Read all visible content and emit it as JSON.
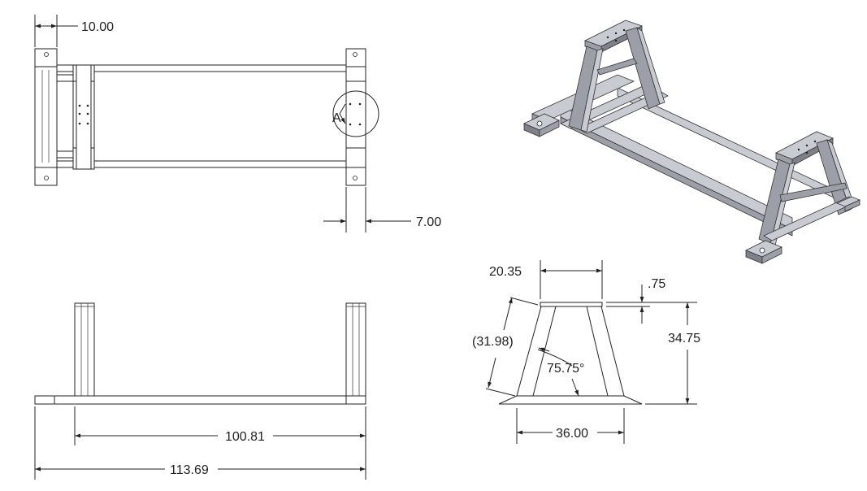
{
  "dimensions": {
    "top_left_offset": "10.00",
    "top_right_offset": "7.00",
    "side_inner_length": "100.81",
    "side_overall_length": "113.69",
    "end_top_width": "20.35",
    "end_plate_thickness": ".75",
    "end_leg_length": "(31.98)",
    "end_angle": "75.75°",
    "end_height": "34.75",
    "end_base_width": "36.00"
  },
  "callouts": {
    "detail_label": "A"
  },
  "colors": {
    "line": "#222222",
    "steel_light": "#c9cbd3",
    "steel_mid": "#9d9fa8",
    "steel_dark": "#7e808a"
  }
}
